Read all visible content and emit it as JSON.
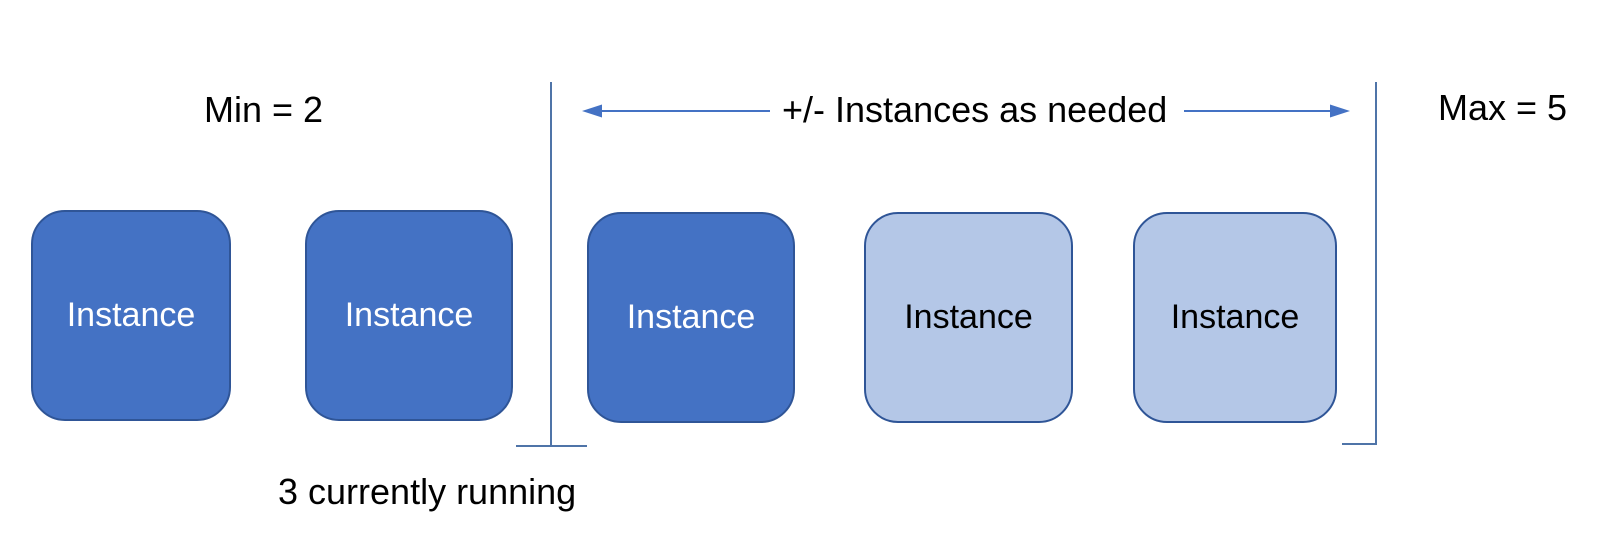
{
  "diagram": {
    "min_label": "Min = 2",
    "range_label": "+/- Instances as needed",
    "max_label": "Max = 5",
    "status_label": "3 currently running",
    "min_count": 2,
    "max_count": 5,
    "current_count": 3,
    "instances": [
      {
        "label": "Instance",
        "state": "running"
      },
      {
        "label": "Instance",
        "state": "running"
      },
      {
        "label": "Instance",
        "state": "running"
      },
      {
        "label": "Instance",
        "state": "potential"
      },
      {
        "label": "Instance",
        "state": "potential"
      }
    ]
  },
  "colors": {
    "background": "#FFFFFF",
    "label_text": "#000000",
    "running_fill": "#4472C4",
    "running_border": "#2F5597",
    "running_text": "#FFFFFF",
    "potential_fill": "#B4C7E7",
    "potential_border": "#2F5597",
    "potential_text": "#000000",
    "arrow": "#4472C4",
    "divider": "#4F74A8"
  }
}
